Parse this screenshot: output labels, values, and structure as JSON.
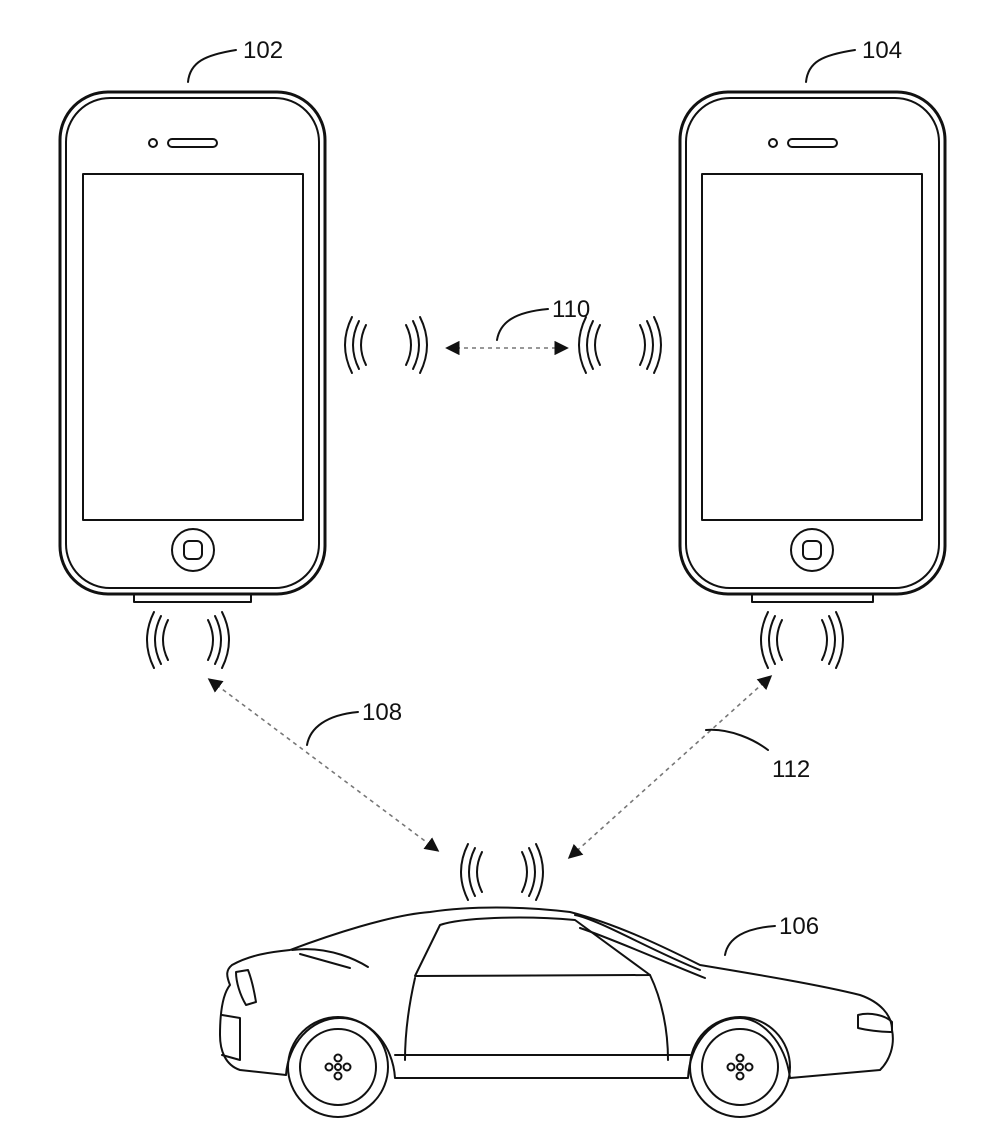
{
  "figure": {
    "labels": {
      "phone_left": "102",
      "phone_right": "104",
      "car": "106",
      "link_left_car": "108",
      "link_phones": "110",
      "link_right_car": "112"
    },
    "colors": {
      "ink": "#111111",
      "dashed_link": "#777777",
      "background": "#ffffff"
    },
    "icons": [
      "smartphone-icon",
      "smartphone-icon",
      "car-icon",
      "wireless-signal-icon"
    ]
  }
}
